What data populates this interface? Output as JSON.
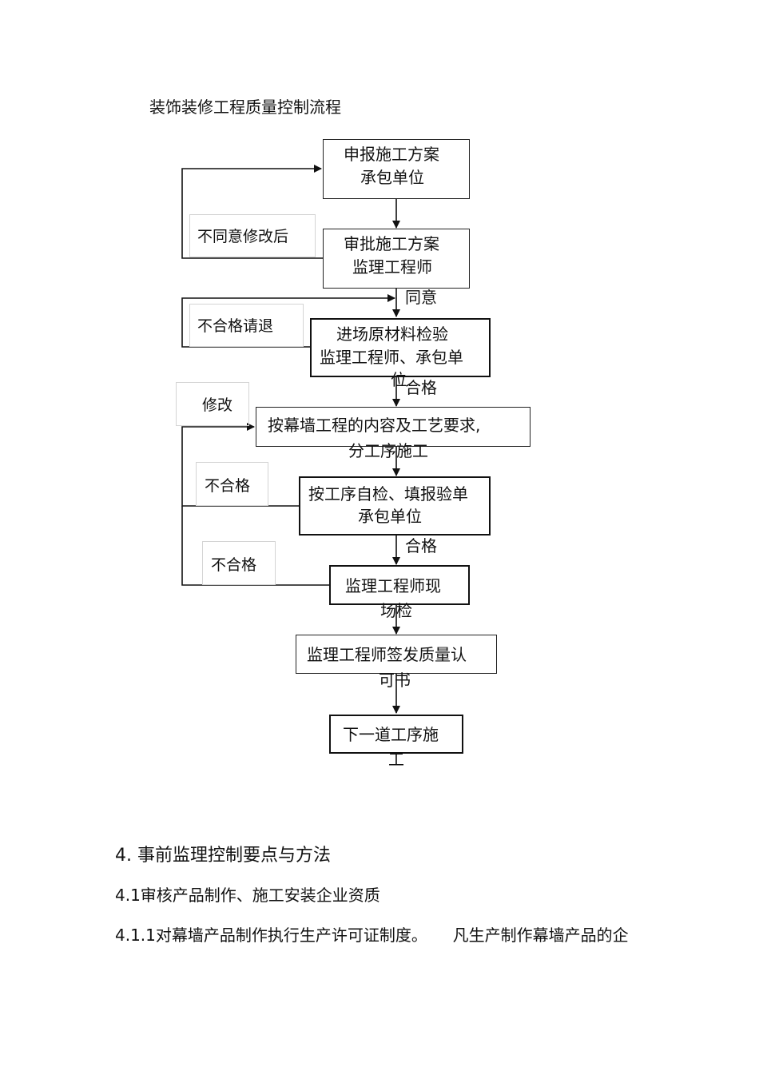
{
  "flow_title": "装饰装修工程质量控制流程",
  "steps": [
    {
      "line1": "申报施工方案",
      "line2": "承包单位"
    },
    {
      "line1": "审批施工方案",
      "line2": "监理工程师"
    },
    {
      "line1": "进场原材料检验",
      "line2": "监理工程师、承包单",
      "line3": "位"
    },
    {
      "line1": "按幕墙工程的内容及工艺要求,",
      "line2": "分工序施工"
    },
    {
      "line1": "按工序自检、填报验单",
      "line2": "承包单位"
    },
    {
      "line1": "监理工程师现",
      "line2": "场检"
    },
    {
      "line1": "监理工程师签发质量认",
      "line2": "可书"
    },
    {
      "line1": "下一道工序施",
      "line2": "工"
    }
  ],
  "feedback_labels": {
    "disagree": "不同意修改后",
    "reject": "不合格请退",
    "modify": "修改",
    "fail1": "不合格",
    "fail2": "不合格"
  },
  "edge_labels": {
    "agree": "同意",
    "pass1": "合格",
    "pass2": "合格"
  },
  "section": {
    "heading": "4. 事前监理控制要点与方法",
    "subheading": "4.1审核产品制作、施工安装企业资质",
    "paragraph": "4.1.1对幕墙产品制作执行生产许可证制度。     凡生产制作幕墙产品的企"
  }
}
